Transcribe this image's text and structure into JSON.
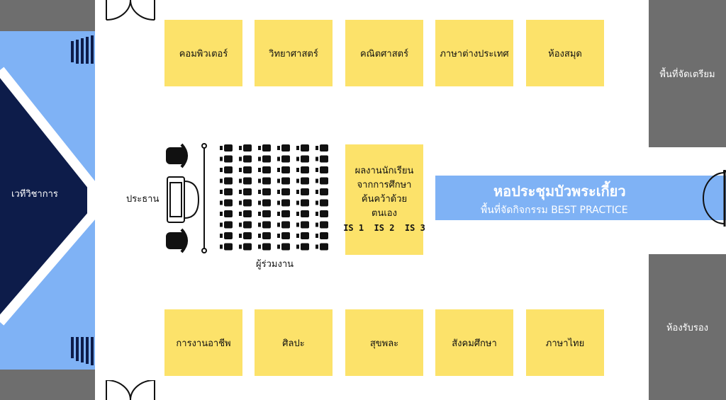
{
  "stage": {
    "label": "เวทีวิชาการ"
  },
  "chair_label": "ประธาน",
  "audience_label": "ผู้ร่วมงาน",
  "top_booths": [
    "คอมพิวเตอร์",
    "วิทยาศาสตร์",
    "คณิตศาสตร์",
    "ภาษาต่างประเทศ",
    "ห้องสมุด"
  ],
  "bottom_booths": [
    "การงานอาชีพ",
    "ศิลปะ",
    "สุขพละ",
    "สังคมศึกษา",
    "ภาษาไทย"
  ],
  "student_work": {
    "lines": [
      "ผลงานนักเรียน",
      "จากการศึกษา",
      "ค้นคว้าด้วย",
      "ตนเอง"
    ],
    "is_tag": "IS 1  IS 2  IS 3"
  },
  "hall": {
    "title": "หอประชุมบัวพระเกี้ยว",
    "subtitle": "พื้นที่จัดกิจกรรม BEST PRACTICE"
  },
  "prep_area": "พื้นที่จัดเตรียม",
  "reception": "ห้องรับรอง",
  "colors": {
    "booth": "#fce26a",
    "stage_light": "#7fb2f5",
    "stage_dark": "#0d1c4a",
    "hall_band": "#7fb2f5",
    "gray": "#6e6e6e"
  }
}
